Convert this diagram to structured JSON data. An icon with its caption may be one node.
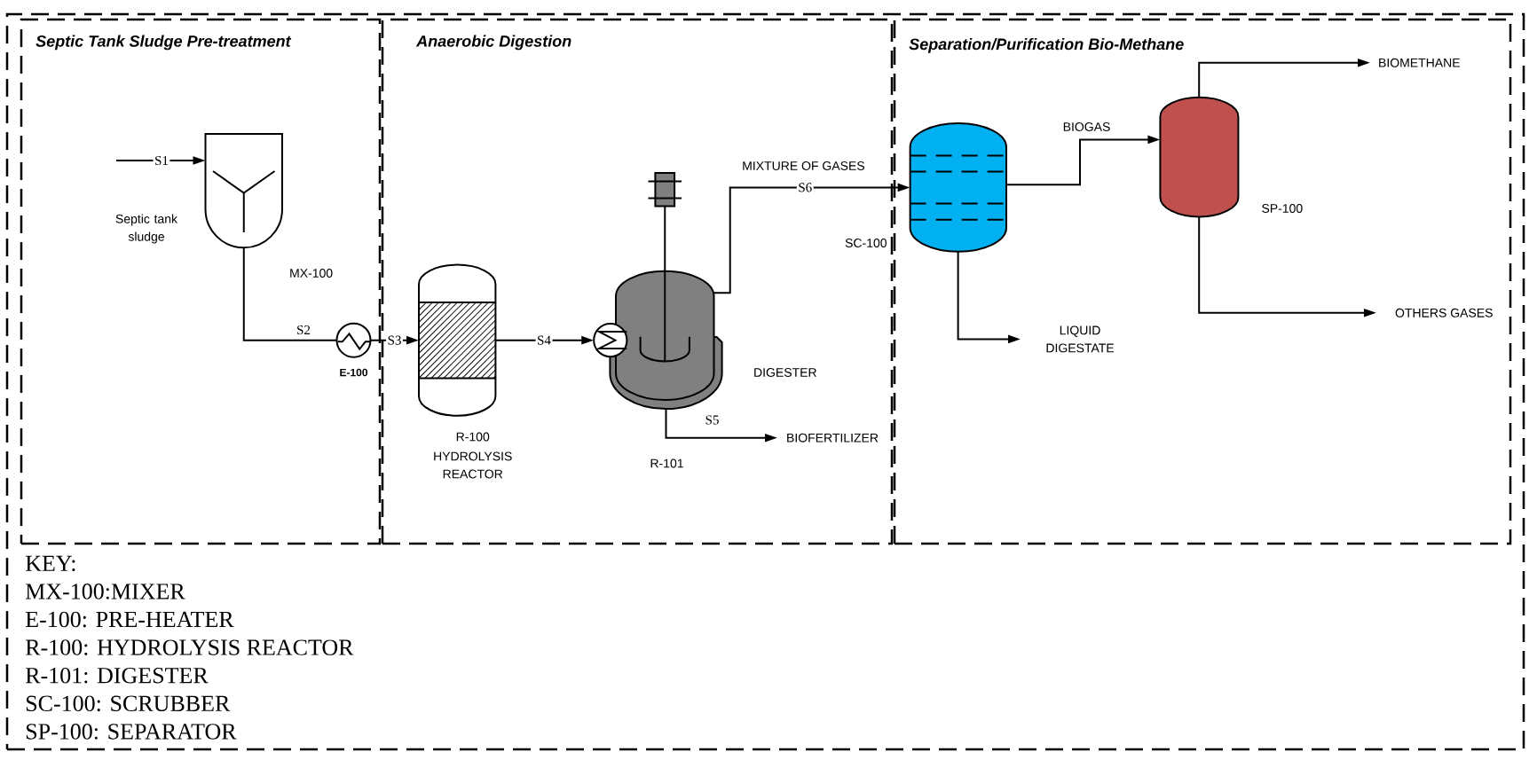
{
  "diagram": {
    "nodes": [
      {
        "text": [
          "KEY:",
          "MX-100:MIXER",
          "E-100: PRE-HEATER",
          "R-100: HYDROLYSIS REACTOR",
          "R-101: DIGESTER",
          "SC-100: SCRUBBER",
          "SP-100: SEPARATOR"
        ]
      },
      {
        "text": [
          "Septic Tank Sludge Pre-treatment"
        ],
        "in": 0
      },
      {
        "text": [],
        "shape": "vessel",
        "beside": [
          "MX-100"
        ],
        "in": 1
      },
      {
        "text": [],
        "shape": "circle",
        "beside": [
          "E-100"
        ],
        "in": 1
      },
      {
        "text": [
          "Anaerobic Digestion"
        ],
        "in": 0
      },
      {
        "text": [],
        "shape": "vessel",
        "beside": [
          "R-100",
          "HYDROLYSIS REACTOR"
        ],
        "in": 4
      },
      {
        "text": [],
        "shape": "vessel",
        "beside": [
          "R-101",
          "DIGESTER"
        ],
        "in": 4
      },
      {
        "text": [
          "BIOFERTILIZER"
        ],
        "in": 4
      },
      {
        "text": [
          "Separation/Purification Bio-Methane"
        ],
        "in": 0
      },
      {
        "text": [],
        "shape": "vessel",
        "beside": [
          "SC-100"
        ],
        "in": 8
      },
      {
        "text": [
          "LIQUID DIGESTATE"
        ],
        "in": 8
      },
      {
        "text": [],
        "shape": "vessel",
        "beside": [
          "SP-100"
        ],
        "in": 8
      },
      {
        "text": [
          "BIOMETHANE"
        ],
        "in": 8
      },
      {
        "text": [
          "OTHERS GASES"
        ],
        "in": 8
      }
    ],
    "edges": [
      {
        "from": null,
        "to": 2,
        "arrow": "to",
        "label": "S1"
      },
      {
        "from": 2,
        "to": 3,
        "arrow": "none",
        "label": "S2"
      },
      {
        "from": 3,
        "to": 5,
        "arrow": "to",
        "label": "S3"
      },
      {
        "from": 5,
        "to": 6,
        "arrow": "to",
        "label": "S4"
      },
      {
        "from": 6,
        "to": 7,
        "arrow": "to",
        "label": "S5"
      },
      {
        "from": 6,
        "to": 9,
        "arrow": "to",
        "label": "S6"
      },
      {
        "from": 9,
        "to": 11,
        "arrow": "to",
        "label": "BIOGAS"
      },
      {
        "from": 9,
        "to": 10,
        "arrow": "to"
      },
      {
        "from": 11,
        "to": 12,
        "arrow": "to"
      },
      {
        "from": 11,
        "to": 13,
        "arrow": "to"
      }
    ],
    "labels": [
      "Septic tank sludge",
      "MIXTURE OF GASES"
    ]
  }
}
